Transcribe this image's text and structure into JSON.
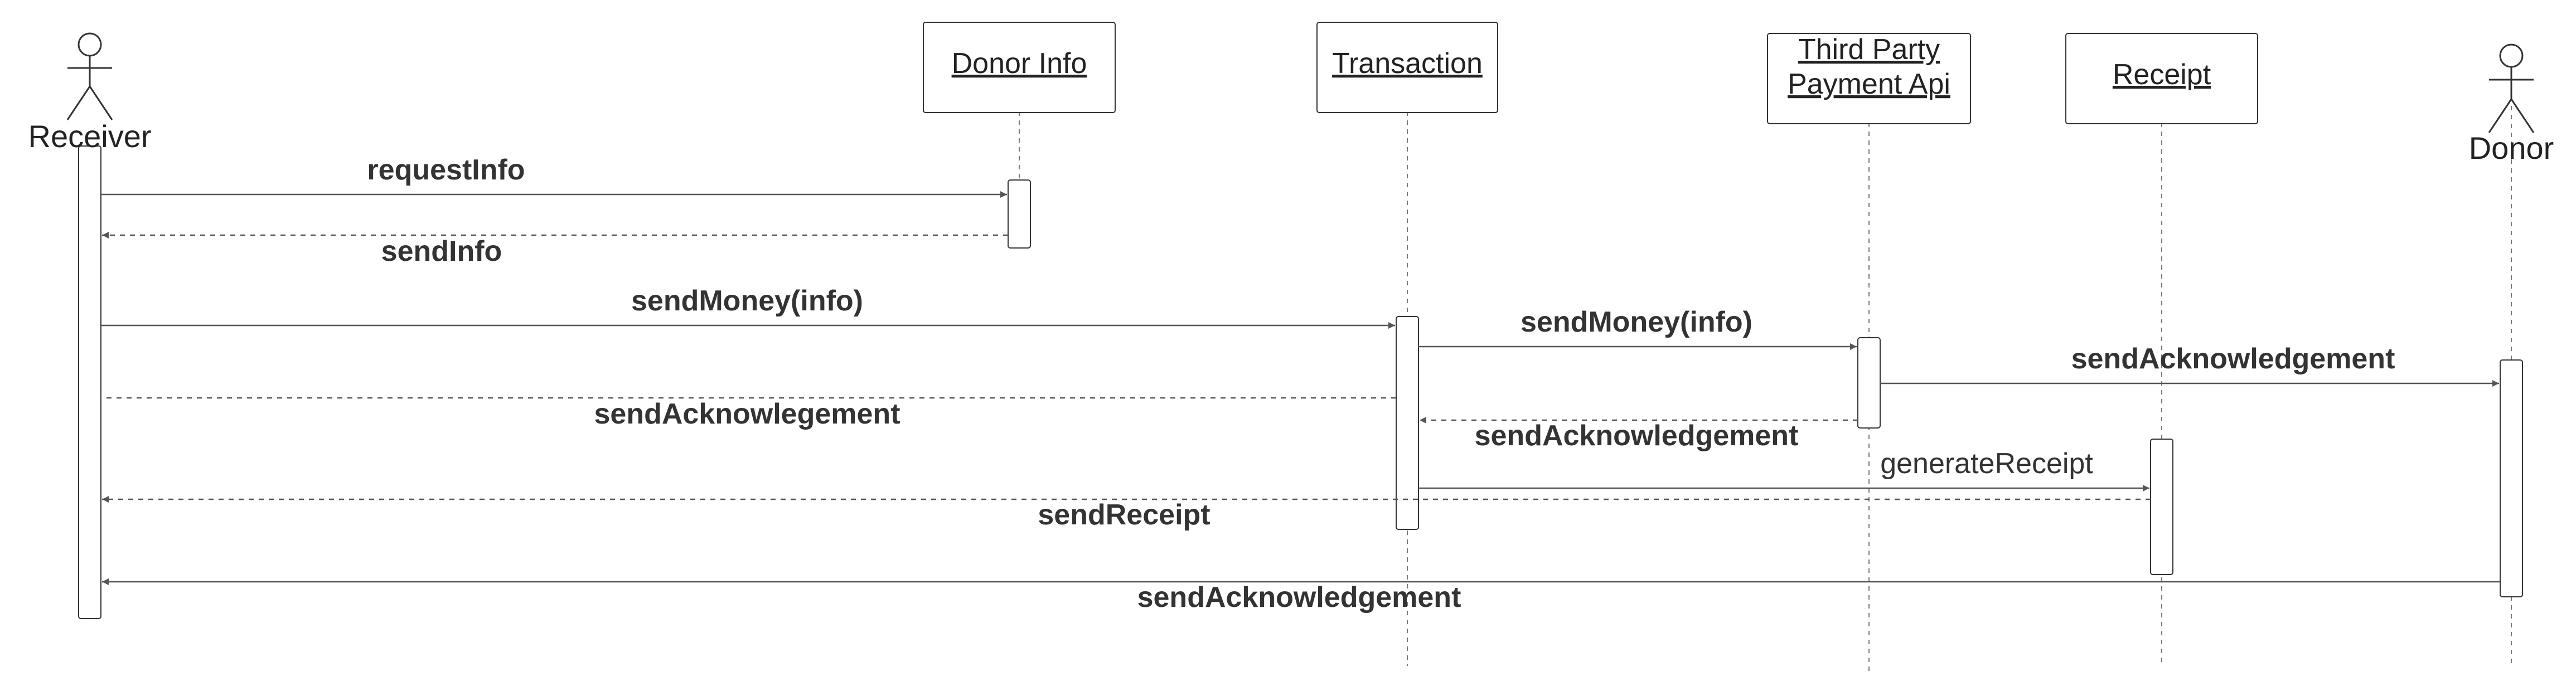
{
  "participants": [
    {
      "id": "receiver",
      "kind": "actor",
      "label": "Receiver"
    },
    {
      "id": "donor_info",
      "kind": "object",
      "label": [
        "Donor Info"
      ]
    },
    {
      "id": "transaction",
      "kind": "object",
      "label": [
        "Transaction"
      ]
    },
    {
      "id": "third_party",
      "kind": "object",
      "label": [
        "Third Party",
        "Payment Api"
      ]
    },
    {
      "id": "receipt",
      "kind": "object",
      "label": [
        "Receipt"
      ]
    },
    {
      "id": "donor",
      "kind": "actor",
      "label": "Donor"
    }
  ],
  "messages": [
    {
      "from": "receiver",
      "to": "donor_info",
      "label": "requestInfo",
      "style": "solid",
      "bold": true
    },
    {
      "from": "donor_info",
      "to": "receiver",
      "label": "sendInfo",
      "style": "dashed",
      "bold": true
    },
    {
      "from": "receiver",
      "to": "transaction",
      "label": "sendMoney(info)",
      "style": "solid",
      "bold": true
    },
    {
      "from": "transaction",
      "to": "third_party",
      "label": "sendMoney(info)",
      "style": "solid",
      "bold": true
    },
    {
      "from": "third_party",
      "to": "donor",
      "label": "sendAcknowledgement",
      "style": "solid",
      "bold": true
    },
    {
      "from": "transaction",
      "to": "receiver",
      "label": "sendAcknowlegement",
      "style": "dashed",
      "bold": true
    },
    {
      "from": "third_party",
      "to": "transaction",
      "label": "sendAcknowledgement",
      "style": "dashed",
      "bold": true
    },
    {
      "from": "transaction",
      "to": "receipt",
      "label": "generateReceipt",
      "style": "solid",
      "bold": false
    },
    {
      "from": "receipt",
      "to": "receiver",
      "label": "sendReceipt",
      "style": "dashed",
      "bold": true
    },
    {
      "from": "donor",
      "to": "receiver",
      "label": "sendAcknowledgement",
      "style": "solid",
      "bold": true
    }
  ]
}
